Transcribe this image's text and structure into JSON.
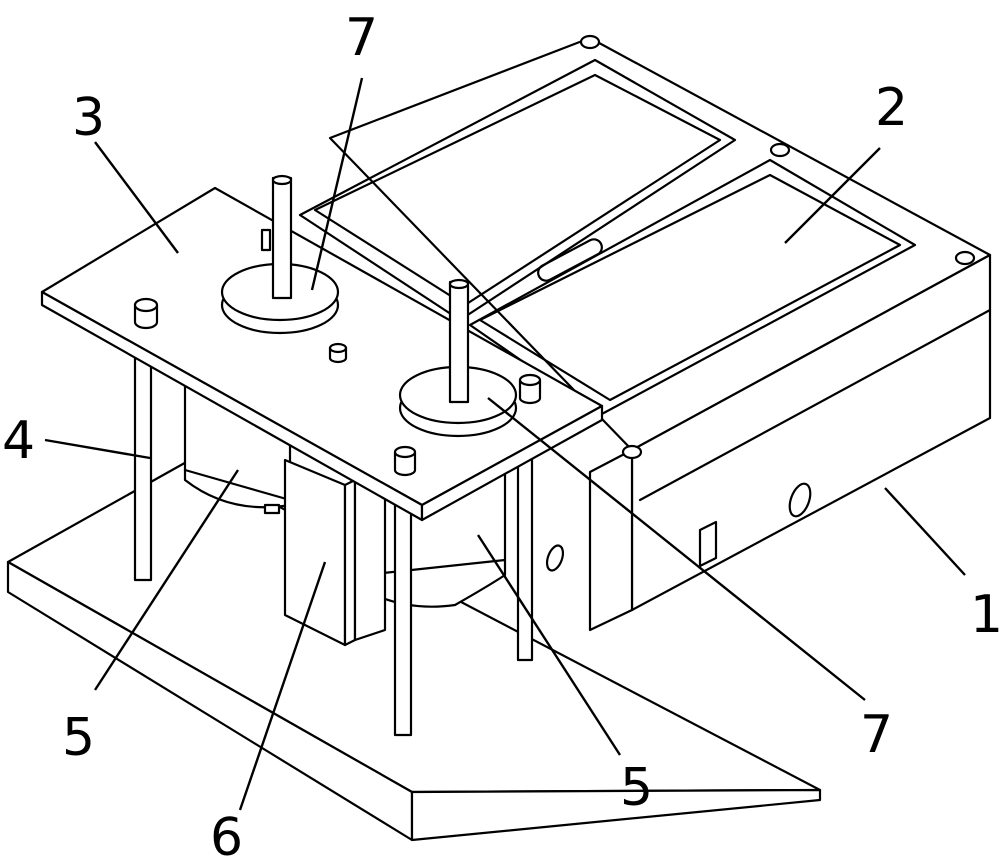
{
  "callouts": [
    {
      "id": "label-1",
      "text": "1"
    },
    {
      "id": "label-2",
      "text": "2"
    },
    {
      "id": "label-3",
      "text": "3"
    },
    {
      "id": "label-4",
      "text": "4"
    },
    {
      "id": "label-5-left",
      "text": "5"
    },
    {
      "id": "label-5-right",
      "text": "5"
    },
    {
      "id": "label-6",
      "text": "6"
    },
    {
      "id": "label-7-top",
      "text": "7"
    },
    {
      "id": "label-7-bottom",
      "text": "7"
    }
  ],
  "colors": {
    "ink": "#000000",
    "paper": "#ffffff"
  }
}
